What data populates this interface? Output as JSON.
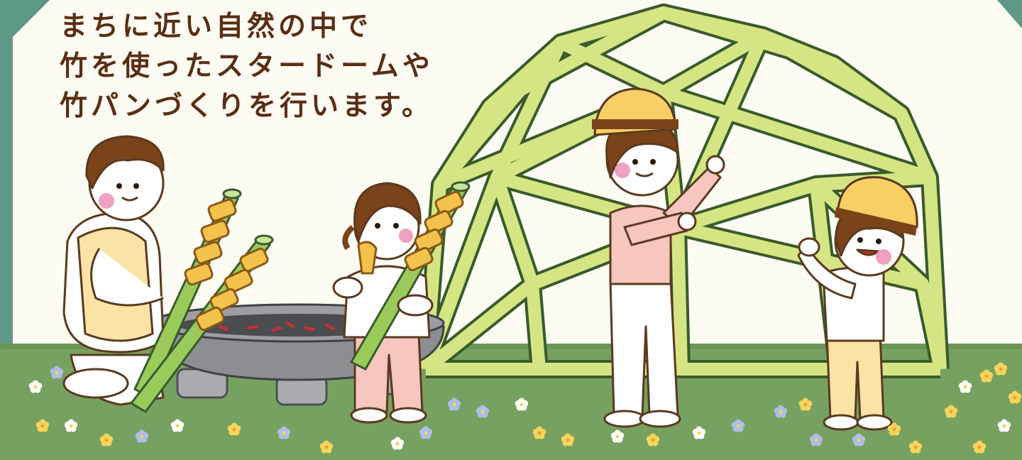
{
  "caption": {
    "lines": [
      "まちに近い自然の中で",
      "竹を使ったスタードームや",
      "竹パンづくりを行います。"
    ]
  },
  "colors": {
    "background": "#fdfcf3",
    "frame_teal": "#5e9886",
    "grass": "#77a160",
    "dome_fill": "#d5e583",
    "dome_outline": "#3b5a2c",
    "caption_text": "#5a2e14",
    "helmet": "#f7cf64",
    "hair": "#7a4319",
    "cheek": "#f0a0c0",
    "bamboo": "#9acb5a",
    "dough": "#f4c34d",
    "firepit": "#8c8e91"
  },
  "scene": {
    "figures": [
      "adult-with-bamboo-bread",
      "girl-eating-bread",
      "boy-with-helmet-building-dome",
      "small-child-with-helmet"
    ],
    "objects": [
      "bamboo-star-dome",
      "fire-pit",
      "bamboo-bread-sticks",
      "flowers"
    ]
  }
}
